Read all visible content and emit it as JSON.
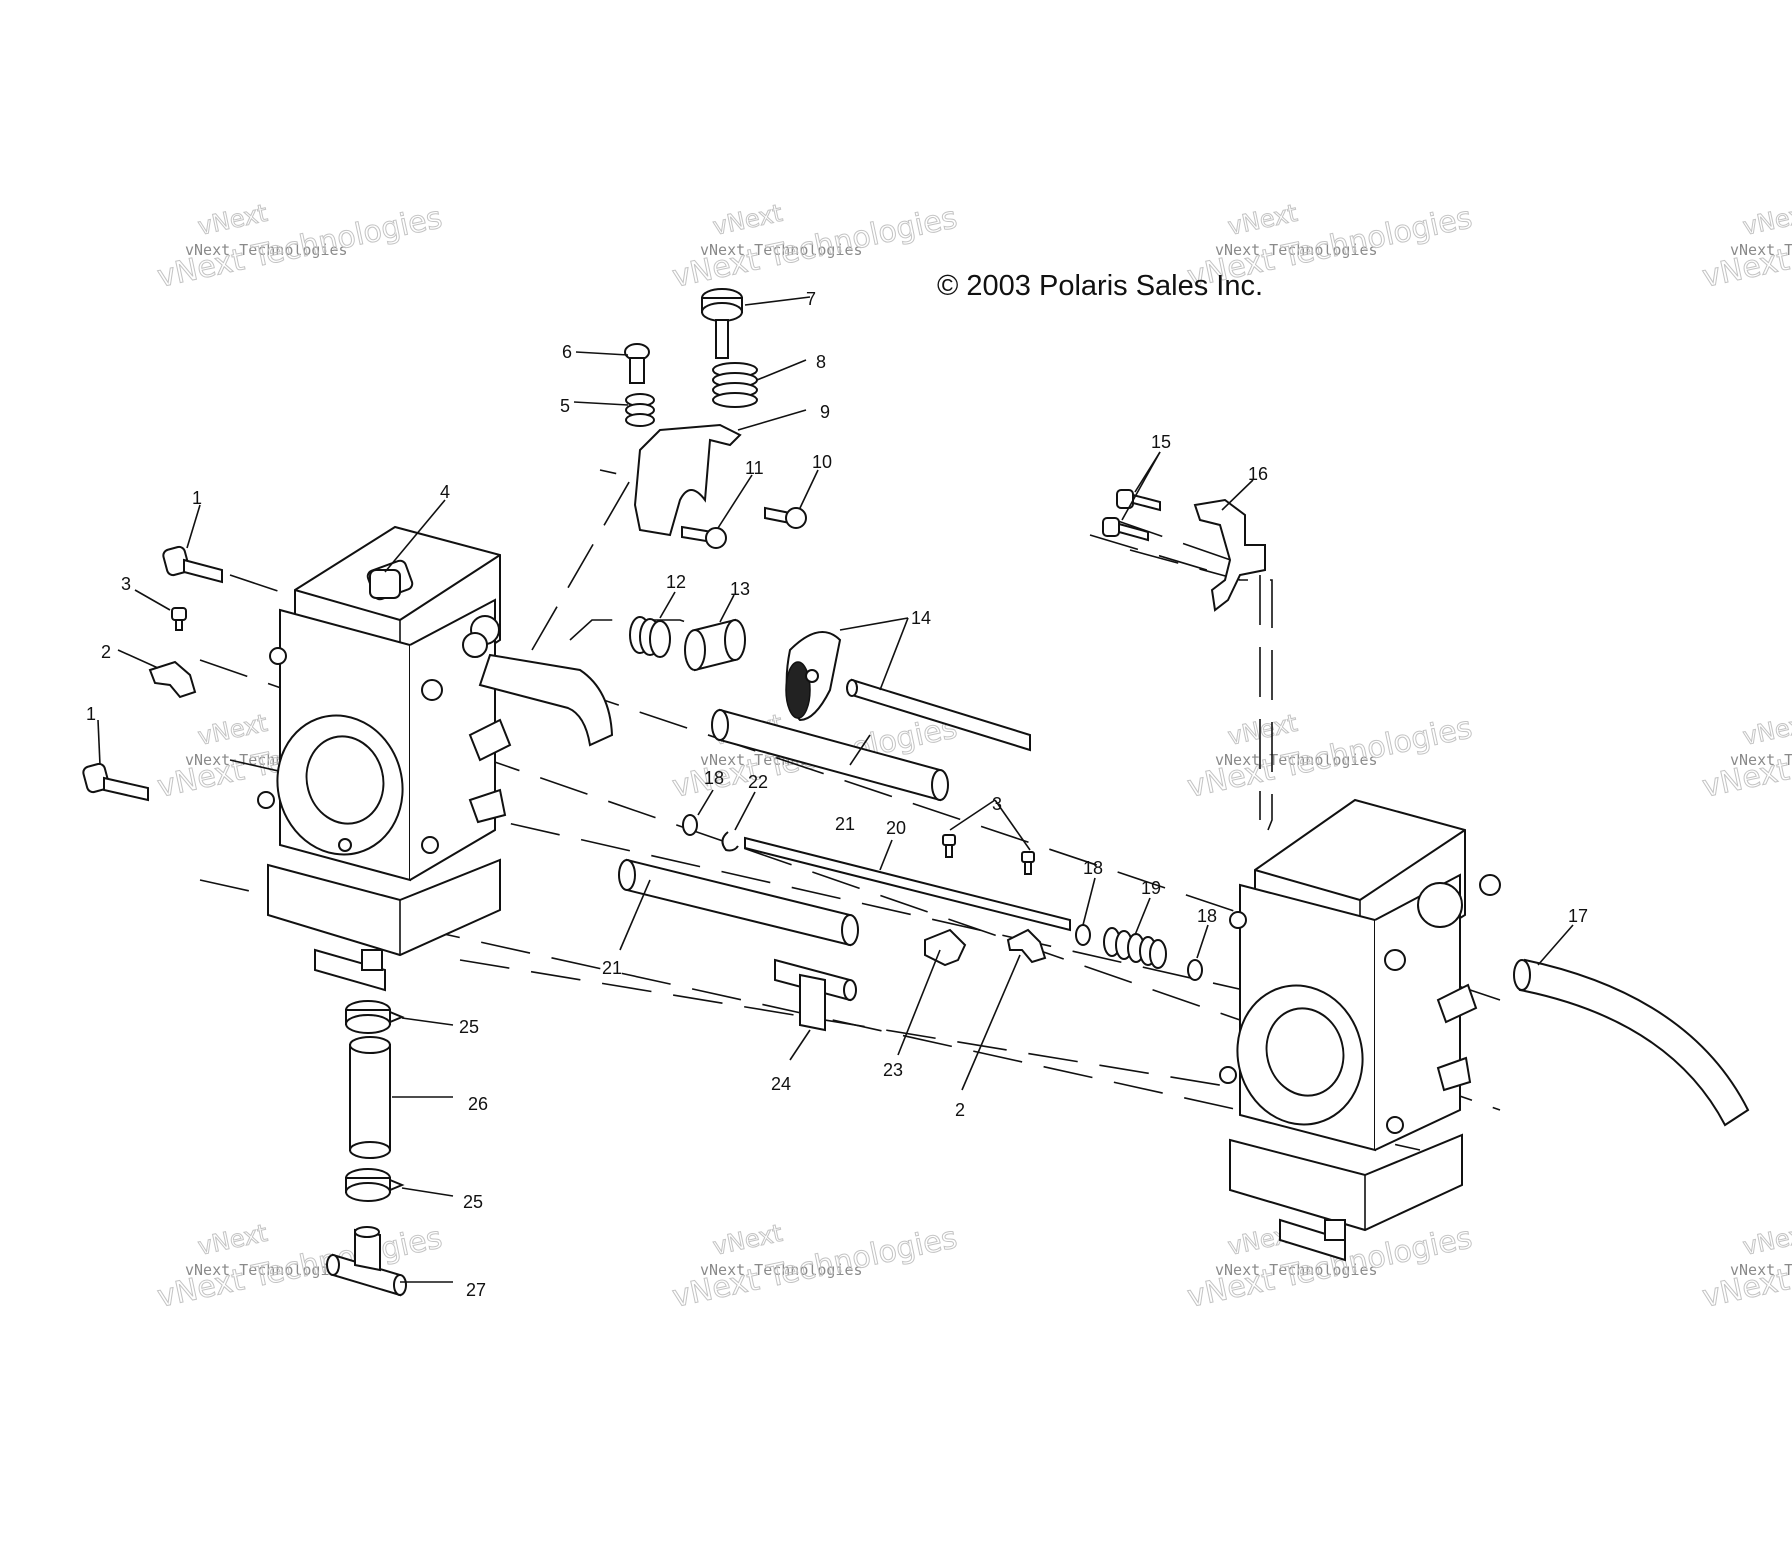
{
  "copyright": "© 2003 Polaris Sales Inc.",
  "watermark": {
    "line1": "vNext Technologies",
    "line2": "Technologies",
    "line3": "vNext"
  },
  "callouts": {
    "c1a": "1",
    "c1b": "1",
    "c2a": "2",
    "c2b": "2",
    "c3a": "3",
    "c3b": "3",
    "c4": "4",
    "c5": "5",
    "c6": "6",
    "c7": "7",
    "c8": "8",
    "c9": "9",
    "c10": "10",
    "c11": "11",
    "c12": "12",
    "c13": "13",
    "c14": "14",
    "c15": "15",
    "c16": "16",
    "c17": "17",
    "c18a": "18",
    "c18b": "18",
    "c18c": "18",
    "c19": "19",
    "c20": "20",
    "c21a": "21",
    "c21b": "21",
    "c22": "22",
    "c23": "23",
    "c24": "24",
    "c25a": "25",
    "c25b": "25",
    "c26": "26",
    "c27": "27"
  }
}
